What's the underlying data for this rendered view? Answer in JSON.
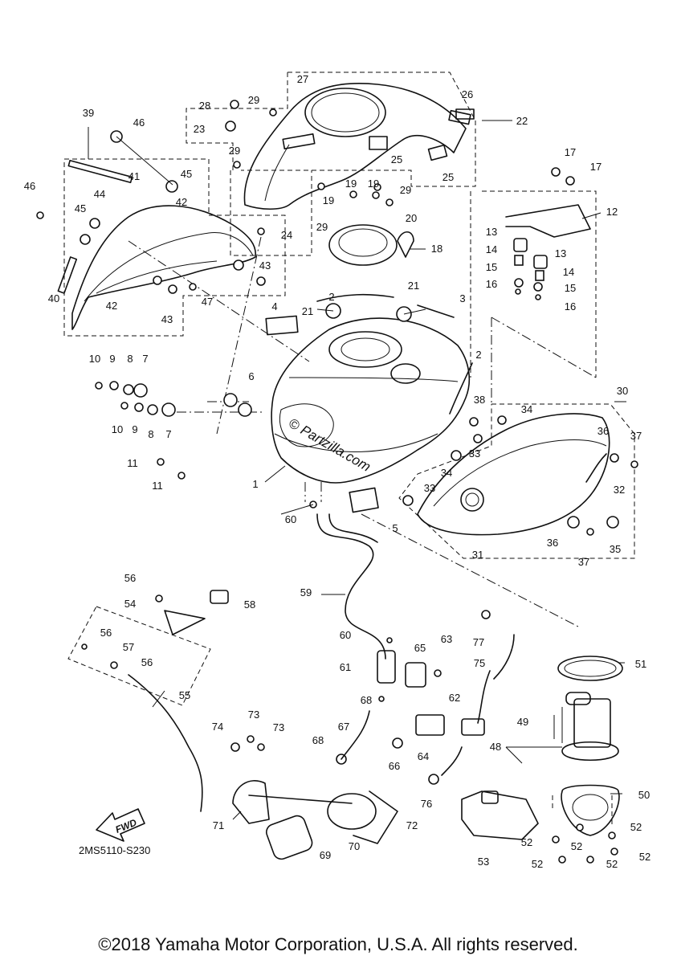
{
  "diagram": {
    "code": "2MS5110-S230",
    "watermark": "© Partzilla.com",
    "fwd_label": "FWD",
    "copyright": "©2018 Yamaha Motor Corporation, U.S.A. All rights reserved.",
    "callouts": [
      "1",
      "2",
      "3",
      "4",
      "5",
      "6",
      "7",
      "8",
      "9",
      "10",
      "11",
      "12",
      "13",
      "14",
      "15",
      "16",
      "17",
      "18",
      "19",
      "20",
      "21",
      "22",
      "23",
      "24",
      "25",
      "26",
      "27",
      "28",
      "29",
      "30",
      "31",
      "32",
      "33",
      "34",
      "35",
      "36",
      "37",
      "38",
      "39",
      "40",
      "41",
      "42",
      "43",
      "44",
      "45",
      "46",
      "47",
      "48",
      "49",
      "50",
      "51",
      "52",
      "53",
      "54",
      "55",
      "56",
      "57",
      "58",
      "59",
      "60",
      "61",
      "62",
      "63",
      "64",
      "65",
      "66",
      "67",
      "68",
      "69",
      "70",
      "71",
      "72",
      "73",
      "74",
      "75",
      "76",
      "77"
    ]
  }
}
